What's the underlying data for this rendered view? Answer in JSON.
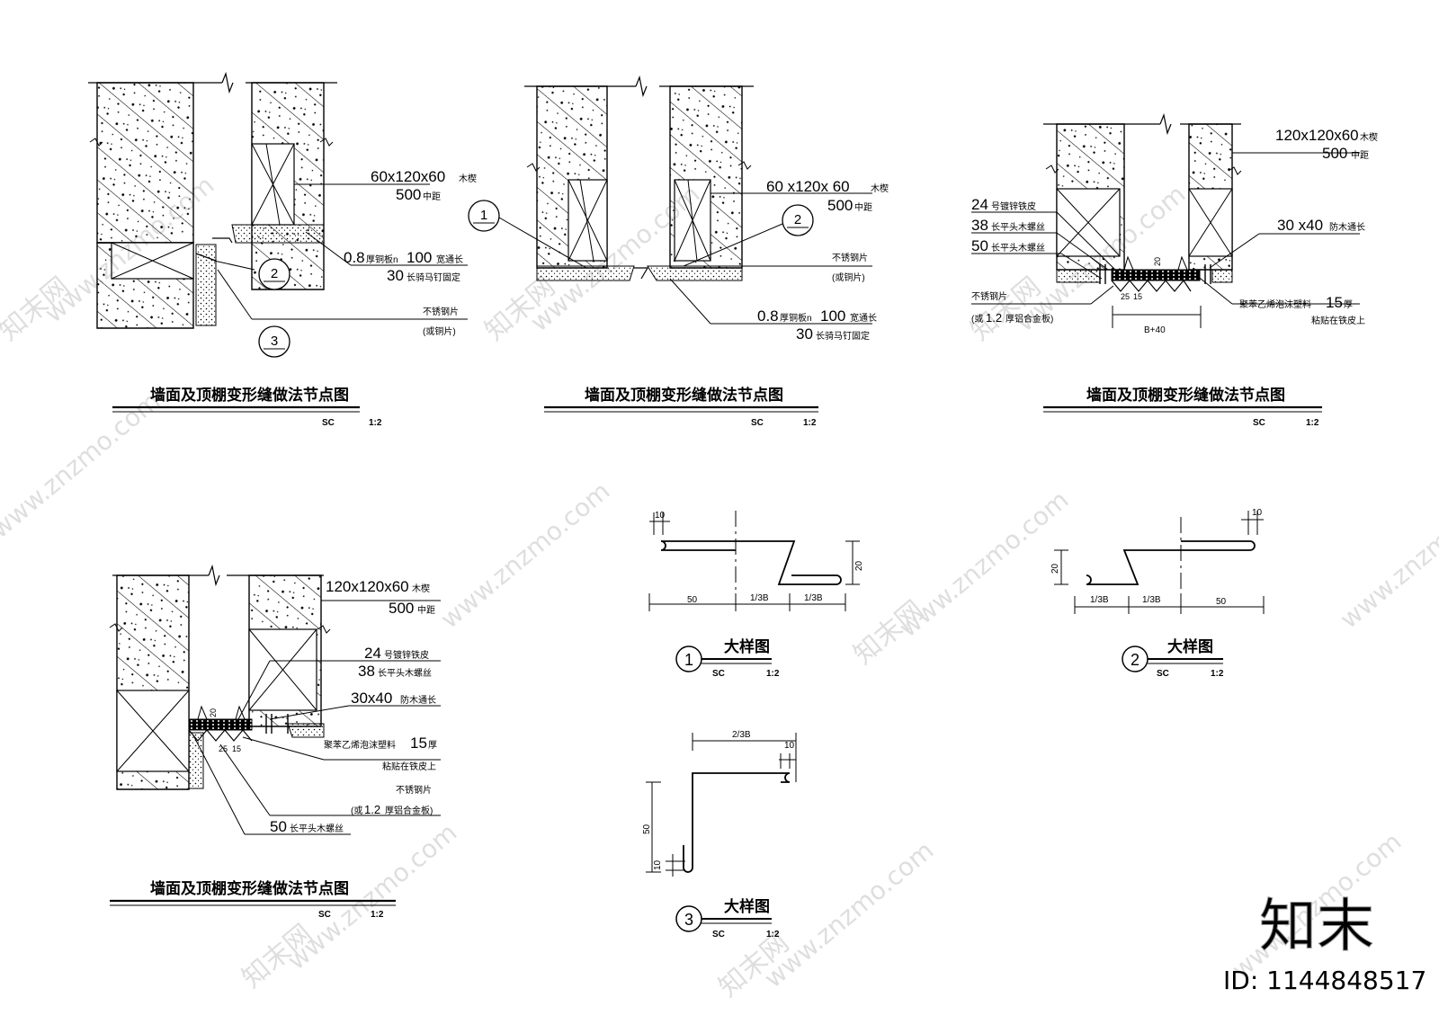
{
  "details": {
    "d1": {
      "title": "墙面及顶棚变形缝做法节点图",
      "sc": "SC",
      "scale": "1:2",
      "labels": {
        "l1a": "60x120x60",
        "l1b": "木楔",
        "l2a": "500",
        "l2b": "中距",
        "l3a": "0.8",
        "l3b": "厚铜板n",
        "l3c": "100",
        "l3d": "宽通长",
        "l4a": "30",
        "l4b": "长骑马钉固定",
        "l5": "不锈钢片",
        "l6": "(或铜片)",
        "c2": "2",
        "c3": "3"
      }
    },
    "d2": {
      "title": "墙面及顶棚变形缝做法节点图",
      "sc": "SC",
      "scale": "1:2",
      "labels": {
        "l1a": "60 x120x 60",
        "l1b": "木楔",
        "l2a": "500",
        "l2b": "中距",
        "l5": "不锈钢片",
        "l6": "(或铜片)",
        "l3a": "0.8",
        "l3b": "厚铜板n",
        "l3c": "100",
        "l3d": "宽通长",
        "l4a": "30",
        "l4b": "长骑马钉固定",
        "c1": "1",
        "c2": "2"
      }
    },
    "d3": {
      "title": "墙面及顶棚变形缝做法节点图",
      "sc": "SC",
      "scale": "1:2",
      "labels": {
        "l1a": "120x120x60",
        "l1b": "木楔",
        "l2a": "500",
        "l2b": "中距",
        "l3a": "24",
        "l3b": "号镀锌铁皮",
        "l4a": "38",
        "l4b": "长平头木螺丝",
        "l5a": "50",
        "l5b": "长平头木螺丝",
        "l6a": "30 x40",
        "l6b": "防木通长",
        "l7": "不锈钢片",
        "l8a": "(或",
        "l8b": "1.2",
        "l8c": "厚铝合金板)",
        "l9a": "聚苯乙烯泡沫塑料",
        "l9b": "15",
        "l9c": "厚",
        "l10": "粘贴在铁皮上",
        "dim1": "20",
        "dim2": "25",
        "dim3": "15",
        "dim4": "B+40"
      }
    },
    "d4": {
      "title": "墙面及顶棚变形缝做法节点图",
      "sc": "SC",
      "scale": "1:2",
      "labels": {
        "l1a": "120x120x60",
        "l1b": "木楔",
        "l2a": "500",
        "l2b": "中距",
        "l3a": "24",
        "l3b": "号镀锌铁皮",
        "l4a": "38",
        "l4b": "长平头木螺丝",
        "l5a": "30x40",
        "l5b": "防木通长",
        "l6a": "聚苯乙烯泡沫塑料",
        "l6b": "15",
        "l6c": "厚",
        "l7": "粘贴在铁皮上",
        "l8": "不锈钢片",
        "l9a": "(或",
        "l9b": "1.2",
        "l9c": "厚铝合金板)",
        "l10a": "50",
        "l10b": "长平头木螺丝",
        "dim1": "20",
        "dim2": "25",
        "dim3": "15"
      }
    }
  },
  "samples": {
    "s1": {
      "num": "1",
      "title": "大样图",
      "sc": "SC",
      "scale": "1:2",
      "dims": {
        "a": "10",
        "b": "20",
        "c": "50",
        "d": "1/3B",
        "e": "1/3B"
      }
    },
    "s2": {
      "num": "2",
      "title": "大样图",
      "sc": "SC",
      "scale": "1:2",
      "dims": {
        "a": "10",
        "b": "20",
        "c": "1/3B",
        "d": "1/3B",
        "e": "50"
      }
    },
    "s3": {
      "num": "3",
      "title": "大样图",
      "sc": "SC",
      "scale": "1:2",
      "dims": {
        "a": "2/3B",
        "b": "10",
        "c": "50",
        "d": "10"
      }
    }
  },
  "watermark": {
    "site": "www.znzmo.com",
    "brand": "知末网",
    "logo": "知末",
    "id": "ID: 1144848517"
  }
}
